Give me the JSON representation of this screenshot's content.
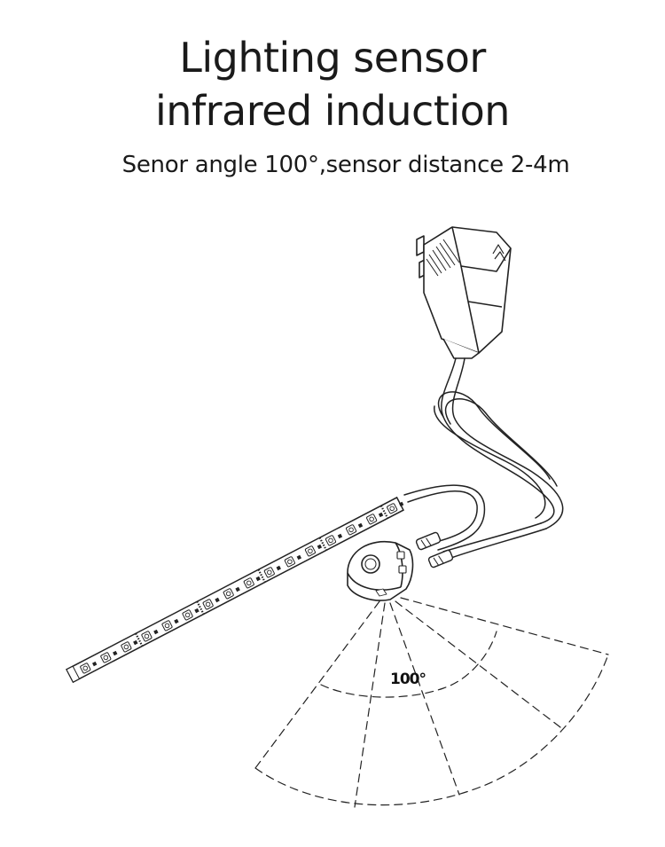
{
  "heading": {
    "line1": "Lighting sensor",
    "line2": "infrared induction"
  },
  "subheading": "Senor angle 100°,sensor distance 2-4m",
  "diagram": {
    "angle_label": "100°",
    "components": [
      "power-adapter",
      "cable",
      "led-strip",
      "motion-sensor",
      "detection-zone"
    ]
  },
  "colors": {
    "line": "#222222",
    "text": "#1a1a1a",
    "background": "#ffffff"
  }
}
